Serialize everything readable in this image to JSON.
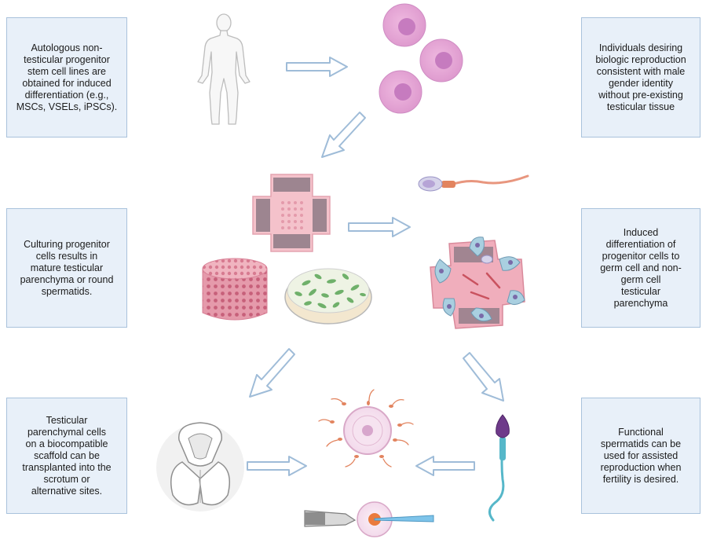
{
  "boxes": {
    "top_left": "Autologous non-\ntesticular progenitor\nstem cell lines are\nobtained for induced\ndifferentiation (e.g.,\nMSCs, VSELs,  iPSCs).",
    "top_right": "Individuals desiring\nbiologic reproduction\nconsistent with male\ngender identity\nwithout pre-existing\ntesticular tissue",
    "mid_left": "Culturing progenitor\ncells results in\nmature testicular\nparenchyma or round\nspermatids.",
    "mid_right": "Induced\ndifferentiation of\nprogenitor cells to\ngerm cell and non-\ngerm cell\ntesticular\nparenchyma",
    "bottom_left": "Testicular\nparenchymal cells\non a biocompatible\nscaffold can be\ntransplanted into the\nscrotum or\nalternative sites.",
    "bottom_right": "Functional\nspermatids can be\nused for assisted\nreproduction when\nfertility is desired."
  },
  "colors": {
    "box_fill": "#e8f0f9",
    "box_border": "#a9c2dc",
    "arrow": "#9fbcd8",
    "cell_pink": "#e7a8d6",
    "cell_nucleus": "#c67bbf",
    "scaffold_pink": "#f2b9c3",
    "scaffold_dark": "#8d7a86",
    "sertoli_blue": "#a9cfe0",
    "petri_green": "#6fb06a"
  },
  "icons": [
    "human-figure-icon",
    "stem-cell-icon",
    "scaffold-cross-icon",
    "porous-scaffold-icon",
    "petri-dish-icon",
    "spermatozoon-icon",
    "differentiated-scaffold-icon",
    "scrotum-transplant-icon",
    "oocyte-fertilization-icon",
    "icsi-pipette-icon",
    "spermatid-icon"
  ]
}
